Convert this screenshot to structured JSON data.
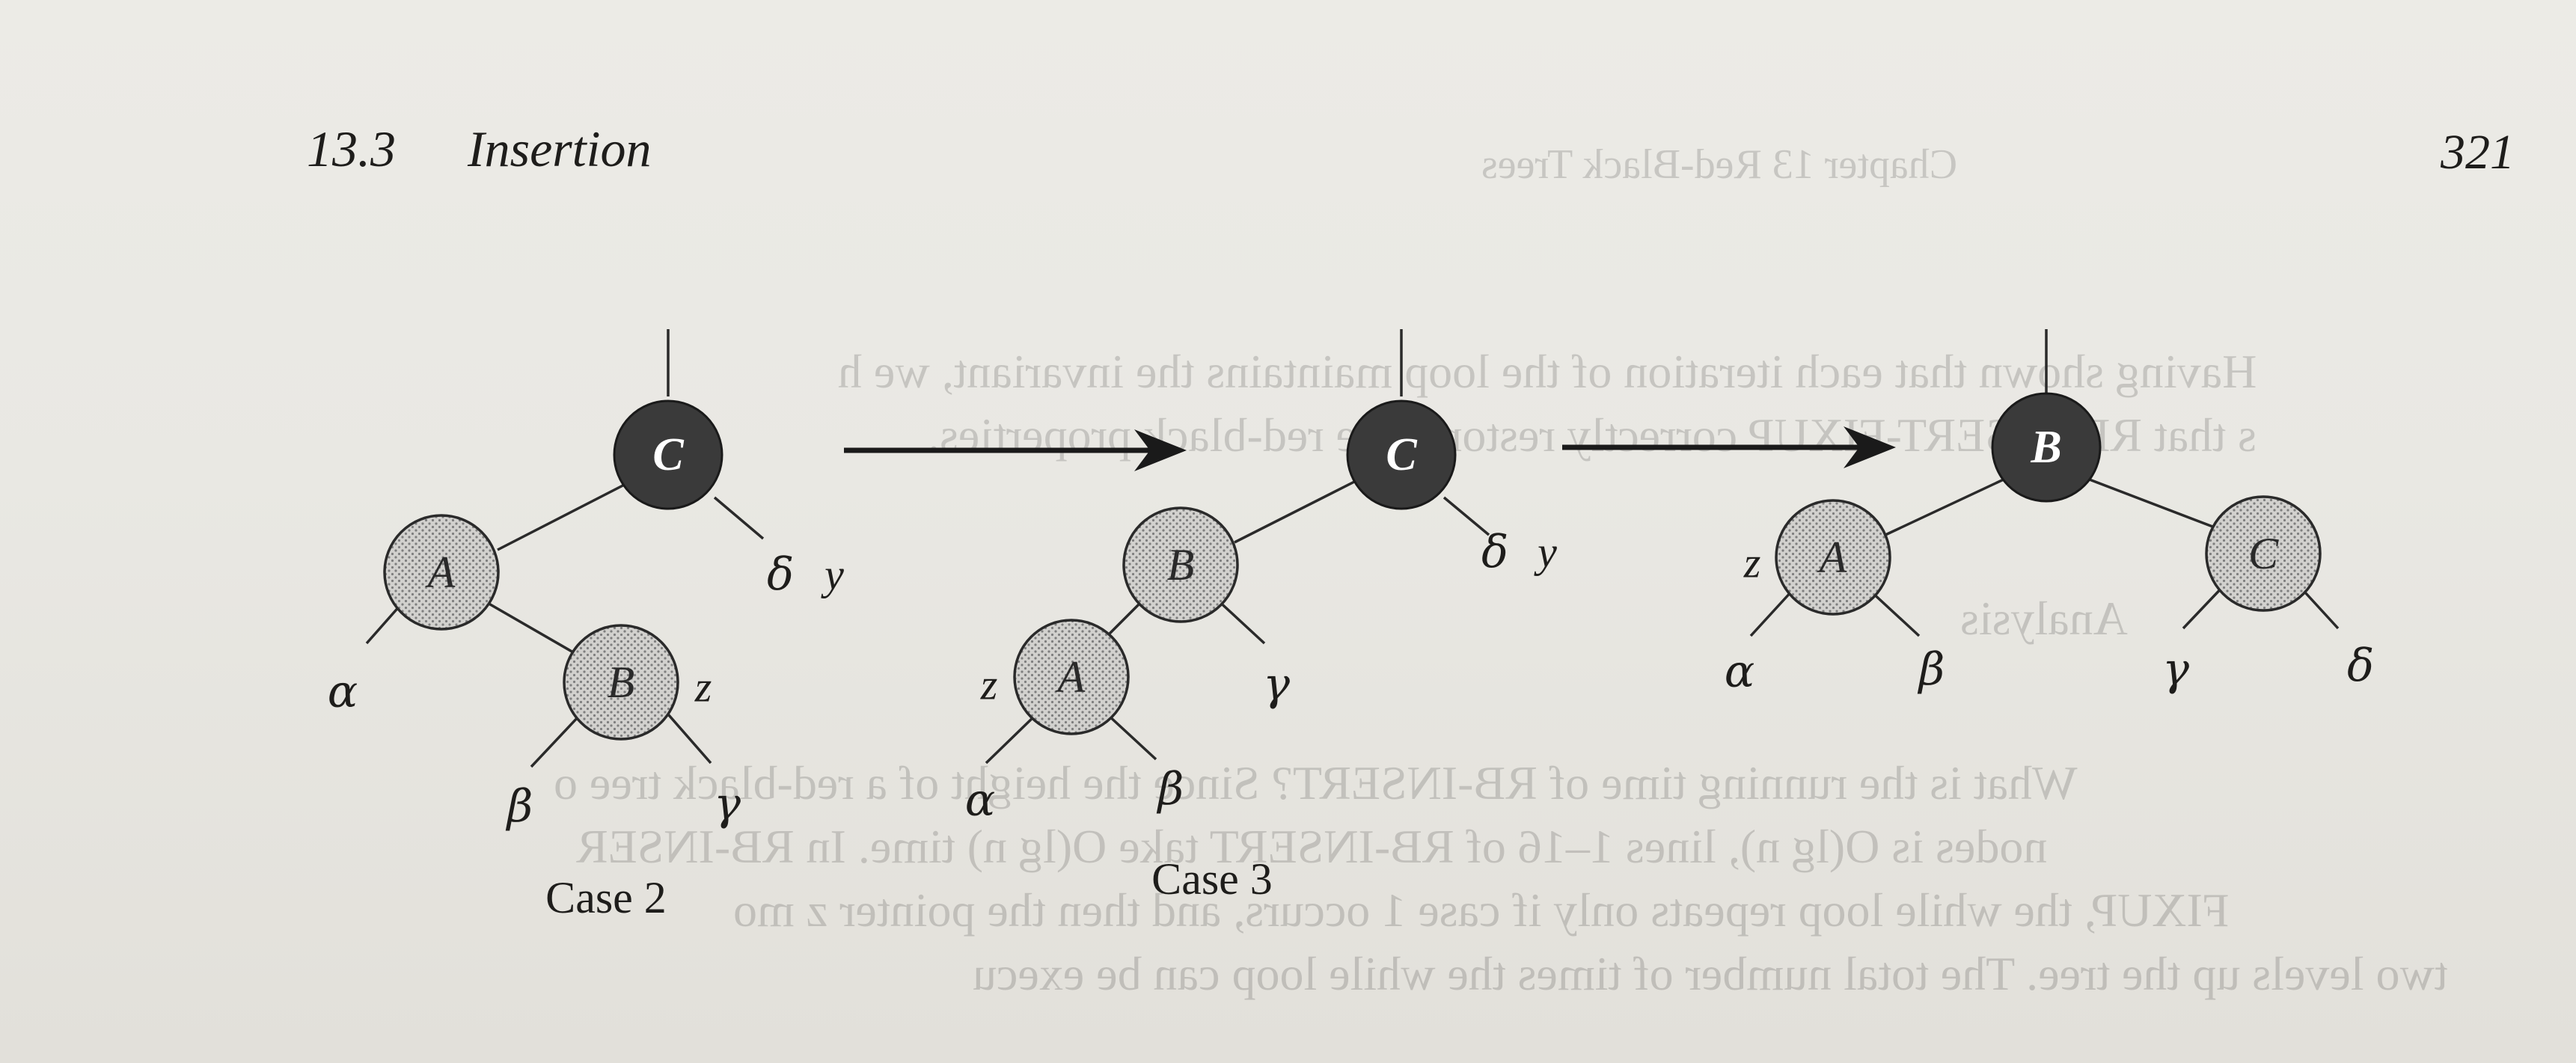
{
  "header": {
    "section_number": "13.3",
    "section_title": "Insertion",
    "page_number": "321"
  },
  "show_through_text": [
    "Chapter 13   Red-Black Trees",
    "Having shown that each iteration of the loop maintains the invariant, we h",
    "s that RB-INSERT-FIXUP correctly restores the red-black properties.",
    "Analysis",
    "What is the running time of RB-INSERT? Since the height of a red-black tree o",
    "nodes is O(lg n), lines 1–16 of RB-INSERT take O(lg n) time. In RB-INSER",
    "FIXUP, the while loop repeats only if case 1 occurs, and then the pointer z mo",
    "two levels up the tree. The total number of times the while loop can be execu"
  ],
  "figure": {
    "colors": {
      "black_node": "#3a3a3a",
      "red_node_fill": "#cfcfcf",
      "ink": "#1e1d1b"
    },
    "panels": [
      {
        "caption": "Case 2",
        "nodes": [
          {
            "label": "C",
            "color": "black"
          },
          {
            "label": "A",
            "color": "red"
          },
          {
            "label": "B",
            "color": "red"
          }
        ],
        "subtrees": [
          "α",
          "β",
          "γ",
          "δ"
        ],
        "pointers": [
          "z",
          "y"
        ]
      },
      {
        "caption": "Case 3",
        "nodes": [
          {
            "label": "C",
            "color": "black"
          },
          {
            "label": "B",
            "color": "red"
          },
          {
            "label": "A",
            "color": "red"
          }
        ],
        "subtrees": [
          "α",
          "β",
          "γ",
          "δ"
        ],
        "pointers": [
          "z",
          "y"
        ]
      },
      {
        "caption": "",
        "nodes": [
          {
            "label": "B",
            "color": "black"
          },
          {
            "label": "A",
            "color": "red"
          },
          {
            "label": "C",
            "color": "red"
          }
        ],
        "subtrees": [
          "α",
          "β",
          "γ",
          "δ"
        ],
        "pointers": [
          "z"
        ]
      }
    ]
  }
}
